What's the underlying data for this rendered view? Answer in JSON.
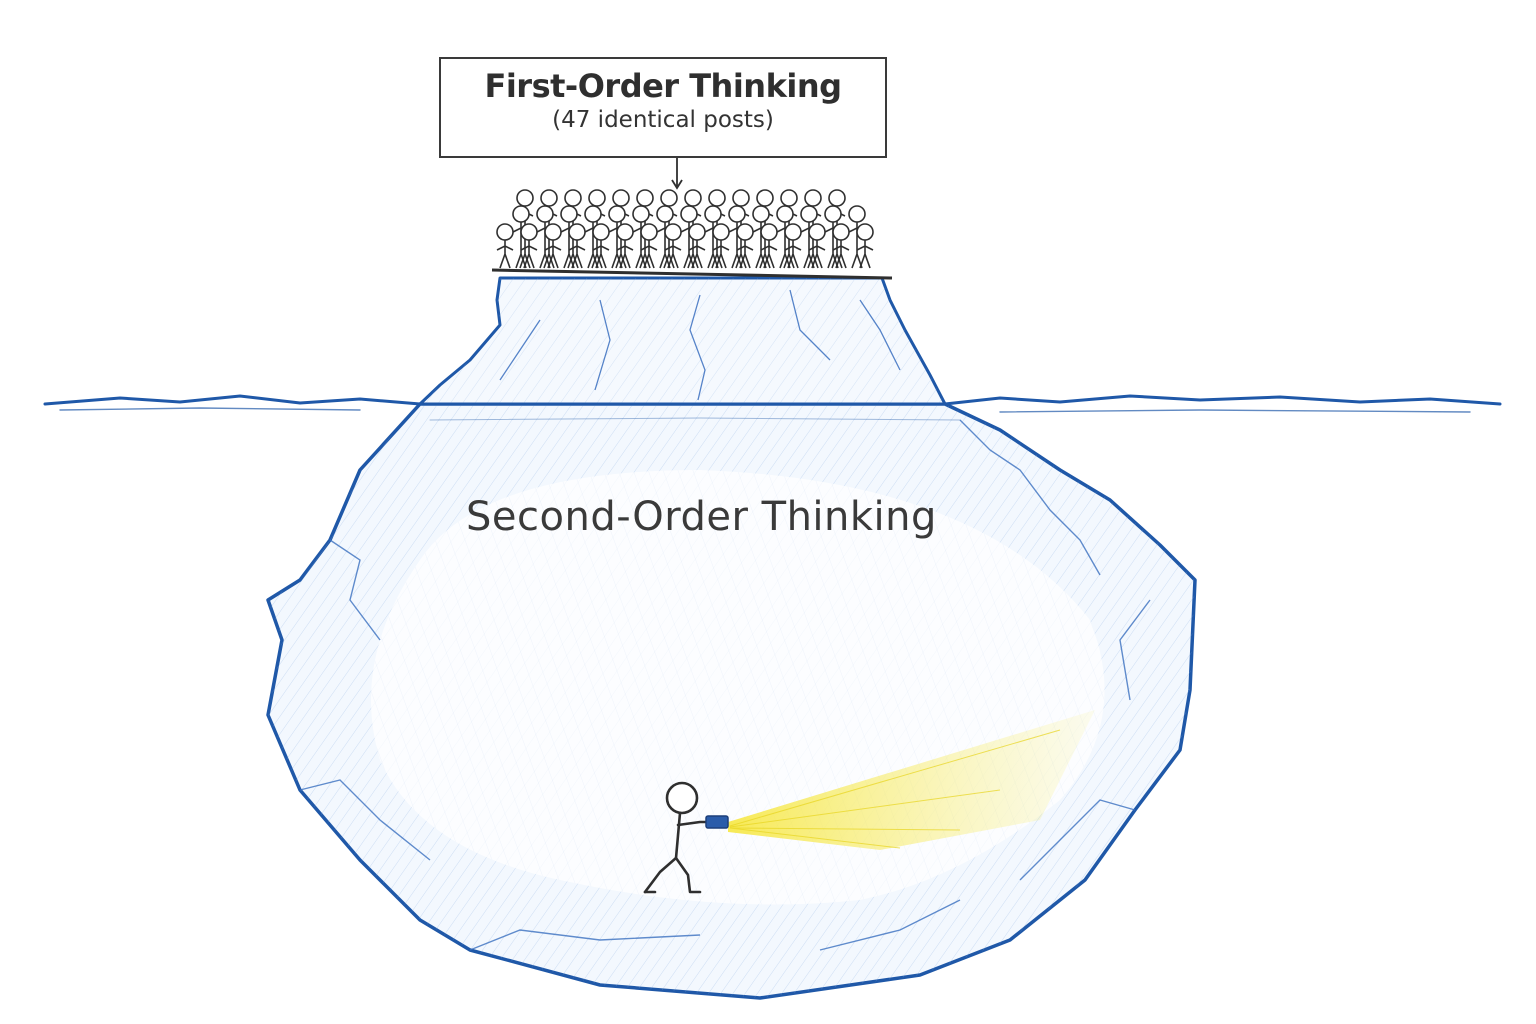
{
  "first_order": {
    "title": "First-Order Thinking",
    "subtitle": "(47 identical posts)",
    "crowd_count": 47
  },
  "second_order": {
    "title": "Second-Order Thinking"
  },
  "colors": {
    "ice_outline": "#1f58a8",
    "ice_hatch": "#6f9ad6",
    "ink": "#2f2f2f",
    "beam": "#f3e63a",
    "flashlight": "#2a5caa"
  },
  "icons": {
    "crowd": "stick-figure-crowd-icon",
    "explorer": "stick-figure-with-flashlight-icon"
  }
}
